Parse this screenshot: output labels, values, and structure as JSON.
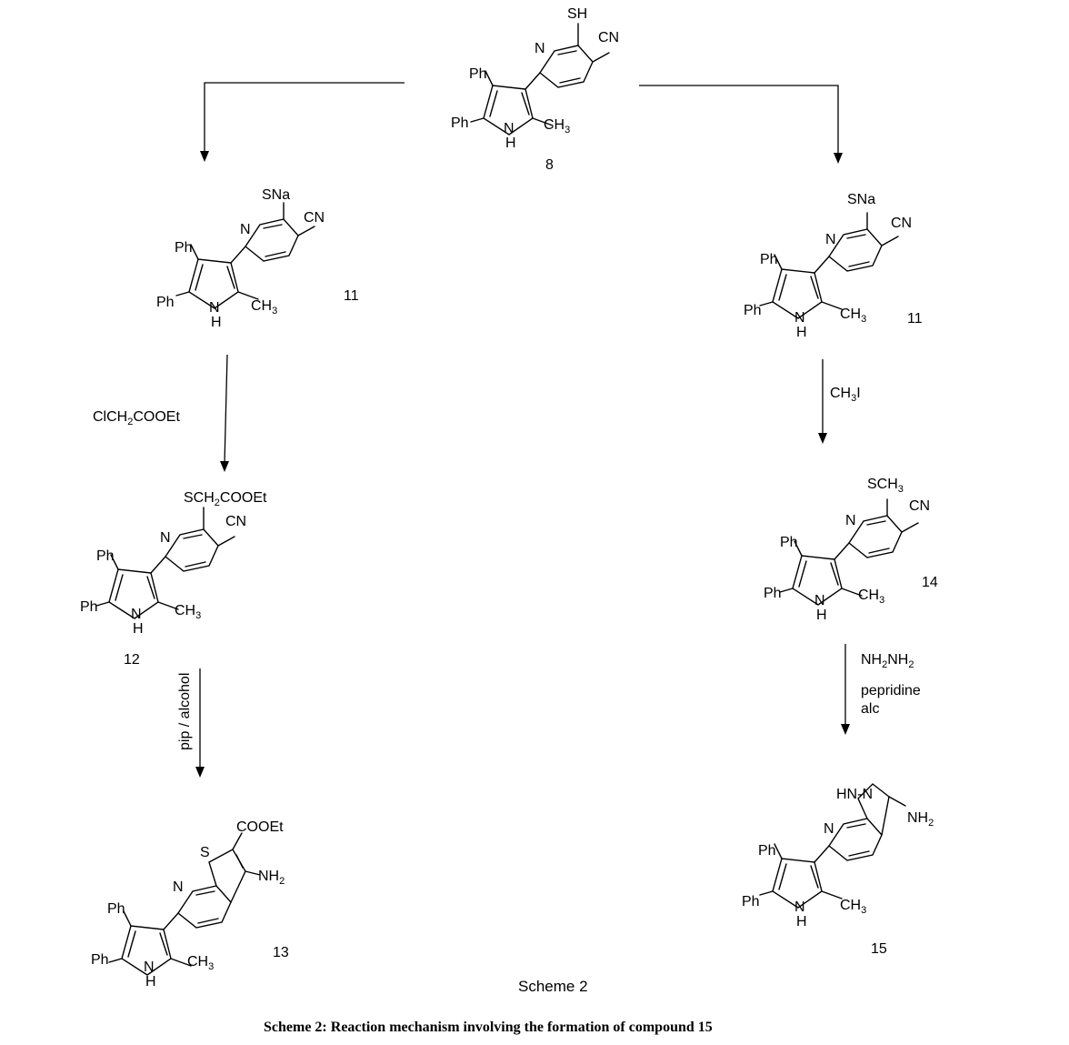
{
  "compounds": {
    "c8": {
      "number": "8",
      "substituent": "SH",
      "side": "CN"
    },
    "c11a": {
      "number": "11",
      "substituent": "SNa",
      "side": "CN"
    },
    "c11b": {
      "number": "11",
      "substituent": "SNa",
      "side": "CN"
    },
    "c12": {
      "number": "12",
      "substituent": "SCH2COOEt",
      "side": "CN"
    },
    "c14": {
      "number": "14",
      "substituent": "SCH3",
      "side": "CN"
    },
    "c13": {
      "number": "13",
      "ester": "COOEt",
      "amine": "NH2",
      "ring_atom": "S"
    },
    "c15": {
      "number": "15",
      "amine": "NH2",
      "ring_atoms": "HN-N"
    }
  },
  "common_labels": {
    "phenyl": "Ph",
    "methyl": "CH3",
    "pyrrole_nh": "NH",
    "pyridine_n": "N"
  },
  "reagents": {
    "step_12": "ClCH2COOEt",
    "step_13": "pip / alcohol",
    "step_14": "CH3I",
    "step_15_line1": "NH2NH2",
    "step_15_line2": "pepridine",
    "step_15_line3": "alc"
  },
  "scheme_label": "Scheme 2",
  "caption": "Scheme 2: Reaction mechanism involving the formation of compound 15"
}
